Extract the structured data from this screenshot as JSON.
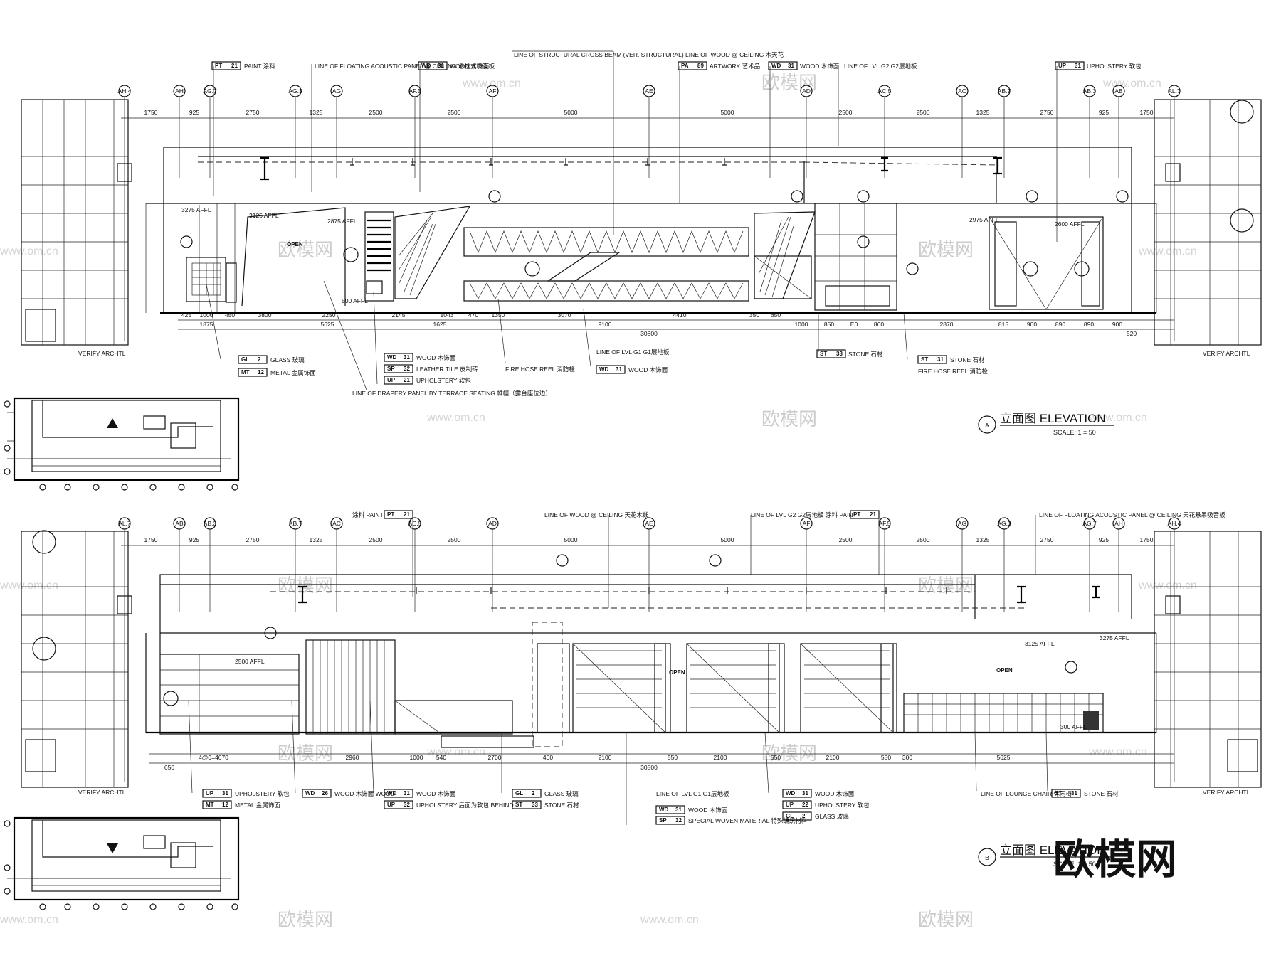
{
  "watermark": {
    "brand": "欧模网",
    "url": "www.om.cn"
  },
  "elevations": [
    {
      "id": "A",
      "title": "立面图 ELEVATION",
      "scale": "SCALE: 1 = 50",
      "grids": [
        "AH.4",
        "AH",
        "AG.7",
        "AG.3",
        "AG",
        "AF.5",
        "AF",
        "AE",
        "AD",
        "AC.5",
        "AC",
        "AB.7",
        "AB.3",
        "AB",
        "AL.7"
      ],
      "dims_top": [
        "1750",
        "925",
        "2750",
        "1325",
        "2500",
        "2500",
        "5000",
        "5000",
        "2500",
        "2500",
        "1325",
        "2750",
        "925",
        "1750"
      ],
      "dims_bottom": [
        "425",
        "1000",
        "450",
        "3800",
        "2250",
        "2145",
        "1043",
        "470",
        "1350",
        "3070",
        "4410",
        "350",
        "650",
        "1000",
        "850",
        "E0",
        "860",
        "2870",
        "815",
        "900",
        "890",
        "890",
        "900"
      ],
      "dims_total": [
        "1875",
        "5625",
        "1625",
        "9100",
        "30800",
        "520"
      ],
      "callouts_top": [
        {
          "code": "PT",
          "num": "21",
          "text": "PAINT 涂料"
        },
        {
          "code": "",
          "num": "",
          "text": "LINE OF FLOATING ACOUSTIC PANEL @ CEILING 悬挂式吸音板"
        },
        {
          "code": "WD",
          "num": "31",
          "text": "WOOD 木饰面"
        },
        {
          "code": "",
          "num": "",
          "text": "LINE OF STRUCTURAL CROSS BEAM (VER. STRUCTURAL) LINE OF WOOD @ CEILING 木天花"
        },
        {
          "code": "PA",
          "num": "89",
          "text": "ARTWORK 艺术品"
        },
        {
          "code": "WD",
          "num": "31",
          "text": "WOOD 木饰面"
        },
        {
          "code": "",
          "num": "",
          "text": "LINE OF LVL G2 G2层地板"
        },
        {
          "code": "UP",
          "num": "31",
          "text": "UPHOLSTERY 软包"
        }
      ],
      "callouts_bottom": [
        {
          "code": "GL",
          "num": "2",
          "text": "GLASS 玻璃"
        },
        {
          "code": "MT",
          "num": "12",
          "text": "METAL 金属饰面"
        },
        {
          "code": "WD",
          "num": "31",
          "text": "WOOD 木饰面"
        },
        {
          "code": "SP",
          "num": "32",
          "text": "LEATHER TILE 皮制砖"
        },
        {
          "code": "UP",
          "num": "21",
          "text": "UPHOLSTERY 软包"
        },
        {
          "code": "",
          "num": "",
          "text": "LINE OF DRAPERY PANEL BY TERRACE SEATING 帷幔（露台座位边）"
        },
        {
          "code": "",
          "num": "",
          "text": "FIRE HOSE REEL 消防栓"
        },
        {
          "code": "",
          "num": "",
          "text": "LINE OF LVL G1 G1层地板"
        },
        {
          "code": "WD",
          "num": "31",
          "text": "WOOD 木饰面"
        },
        {
          "code": "ST",
          "num": "33",
          "text": "STONE 石材"
        },
        {
          "code": "ST",
          "num": "31",
          "text": "STONE 石材"
        },
        {
          "code": "",
          "num": "",
          "text": "FIRE HOSE REEL 消防栓"
        }
      ],
      "notes": [
        "3275 AFFL",
        "3125 AFFL",
        "2875 AFFL",
        "2975 AFFL",
        "2600 AFFL",
        "500 AFFL",
        "OPEN",
        "VERIFY ARCHTL"
      ]
    },
    {
      "id": "B",
      "title": "立面图 ELEVATION",
      "scale": "SCALE: 1 = 50",
      "grids": [
        "AL.7",
        "AB",
        "AB.3",
        "AB.7",
        "AC",
        "AC.5",
        "AD",
        "AE",
        "AF",
        "AF.5",
        "AG",
        "AG.3",
        "AG.7",
        "AH",
        "AH.4"
      ],
      "dims_top": [
        "1750",
        "925",
        "2750",
        "1325",
        "2500",
        "2500",
        "5000",
        "5000",
        "2500",
        "2500",
        "1325",
        "2750",
        "925",
        "1750"
      ],
      "dims_bottom": [
        "650",
        "4@0=4670",
        "2960",
        "1000",
        "540",
        "2700",
        "400",
        "2100",
        "550",
        "2100",
        "550",
        "2100",
        "550",
        "300",
        "5625"
      ],
      "dims_total": [
        "30800"
      ],
      "callouts_top": [
        {
          "code": "PT",
          "num": "21",
          "text": "涂料 PAINT"
        },
        {
          "code": "",
          "num": "",
          "text": "LINE OF WOOD @ CEILING 天花木线"
        },
        {
          "code": "",
          "num": "",
          "text": "LINE OF LVL G2 G2层地板"
        },
        {
          "code": "PT",
          "num": "21",
          "text": "涂料 PAINT"
        },
        {
          "code": "",
          "num": "",
          "text": "LINE OF FLOATING ACOUSTIC PANEL @ CEILING 天花悬吊吸音板"
        }
      ],
      "callouts_bottom": [
        {
          "code": "UP",
          "num": "31",
          "text": "UPHOLSTERY 软包"
        },
        {
          "code": "MT",
          "num": "12",
          "text": "METAL 金属饰面"
        },
        {
          "code": "WD",
          "num": "26",
          "text": "WOOD 木饰面 WOOD"
        },
        {
          "code": "WD",
          "num": "31",
          "text": "WOOD 木饰面"
        },
        {
          "code": "UP",
          "num": "32",
          "text": "UPHOLSTERY 后面为软包 BEHIND"
        },
        {
          "code": "GL",
          "num": "2",
          "text": "GLASS 玻璃"
        },
        {
          "code": "ST",
          "num": "33",
          "text": "STONE 石材"
        },
        {
          "code": "",
          "num": "",
          "text": "LINE OF LVL G1 G1层地板"
        },
        {
          "code": "WD",
          "num": "31",
          "text": "WOOD 木饰面"
        },
        {
          "code": "SP",
          "num": "32",
          "text": "SPECIAL WOVEN MATERIAL 特殊编织材料"
        },
        {
          "code": "WD",
          "num": "31",
          "text": "WOOD 木饰面"
        },
        {
          "code": "UP",
          "num": "22",
          "text": "UPHOLSTERY 软包"
        },
        {
          "code": "GL",
          "num": "2",
          "text": "GLASS 玻璃"
        },
        {
          "code": "",
          "num": "",
          "text": "LINE OF LOUNGE CHAIR 休闲椅"
        },
        {
          "code": "ST",
          "num": "31",
          "text": "STONE 石材"
        }
      ],
      "notes": [
        "2500 AFFL",
        "3125 AFFL",
        "3275 AFFL",
        "300 AFFL",
        "OPEN",
        "VERIFY ARCHTL"
      ]
    }
  ]
}
